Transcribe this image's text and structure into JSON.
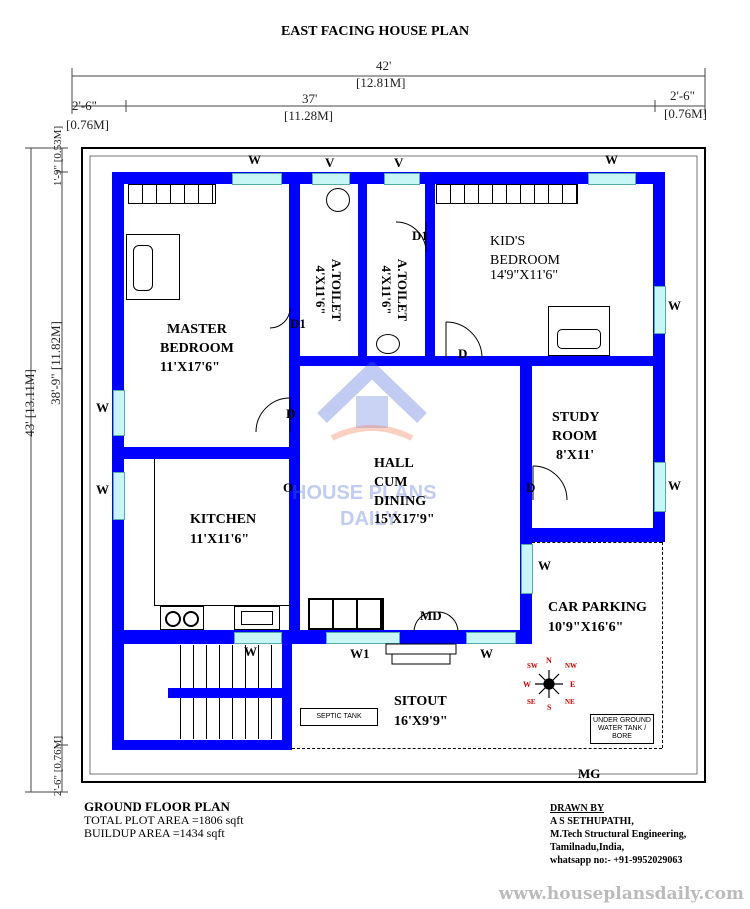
{
  "title": "EAST FACING HOUSE PLAN",
  "dimensions": {
    "overall_width_ft": "42'",
    "overall_width_m": "[12.81M]",
    "inner_width_ft": "37'",
    "inner_width_m": "[11.28M]",
    "left_setback_ft": "2'-6\"",
    "left_setback_m": "[0.76M]",
    "right_setback_ft": "2'-6\"",
    "right_setback_m": "[0.76M]",
    "overall_depth": "43' [13.11M]",
    "inner_depth": "38'-9\" [11.82M]",
    "top_setback": "1'-9\" [0.53M]",
    "bottom_setback": "2'-6\" [0.76M]"
  },
  "rooms": {
    "master_bedroom": {
      "name": "MASTER\nBEDROOM",
      "size": "11'X17'6\""
    },
    "toilet_1": {
      "name": "A.TOILET",
      "size": "4'X11'6\""
    },
    "toilet_2": {
      "name": "A.TOILET",
      "size": "4'X11'6\""
    },
    "kids_bedroom": {
      "name": "KID'S\nBEDROOM",
      "size": "14'9\"X11'6\""
    },
    "hall": {
      "name": "HALL\nCUM\nDINING",
      "size": "15'X17'9\""
    },
    "study": {
      "name": "STUDY\nROOM",
      "size": "8'X11'"
    },
    "kitchen": {
      "name": "KITCHEN",
      "size": "11'X11'6\""
    },
    "car_parking": {
      "name": "CAR PARKING",
      "size": "10'9\"X16'6\""
    },
    "sitout": {
      "name": "SITOUT",
      "size": "16'X9'9\""
    }
  },
  "openings": {
    "window": "W",
    "ventilator": "V",
    "door": "D",
    "door1": "D1",
    "main_door": "MD",
    "window1": "W1",
    "opening": "O",
    "main_gate": "MG"
  },
  "fixtures": {
    "septic_tank": "SEPTIC TANK",
    "water_tank": "UNDER GROUND\nWATER TANK /\nBORE"
  },
  "compass": [
    "N",
    "S",
    "E",
    "W",
    "NW",
    "SW",
    "SE",
    "NE"
  ],
  "watermark": {
    "line1": "HOUSE PLANS",
    "line2": "DAILY"
  },
  "footer": {
    "heading": "GROUND FLOOR PLAN",
    "plot_area": "TOTAL PLOT AREA =1806 sqft",
    "buildup_area": "BUILDUP AREA =1434 sqft"
  },
  "credit": {
    "heading": "DRAWN BY",
    "name": "A S SETHUPATHI,",
    "degree": "M.Tech Structural Engineering,",
    "location": "Tamilnadu,India,",
    "contact": "whatsapp no:- +91-9952029063"
  },
  "website": "www.houseplansdaily.com",
  "colors": {
    "wall": "#0000ff",
    "window": "#c8f5f5",
    "site_border": "#000000"
  }
}
